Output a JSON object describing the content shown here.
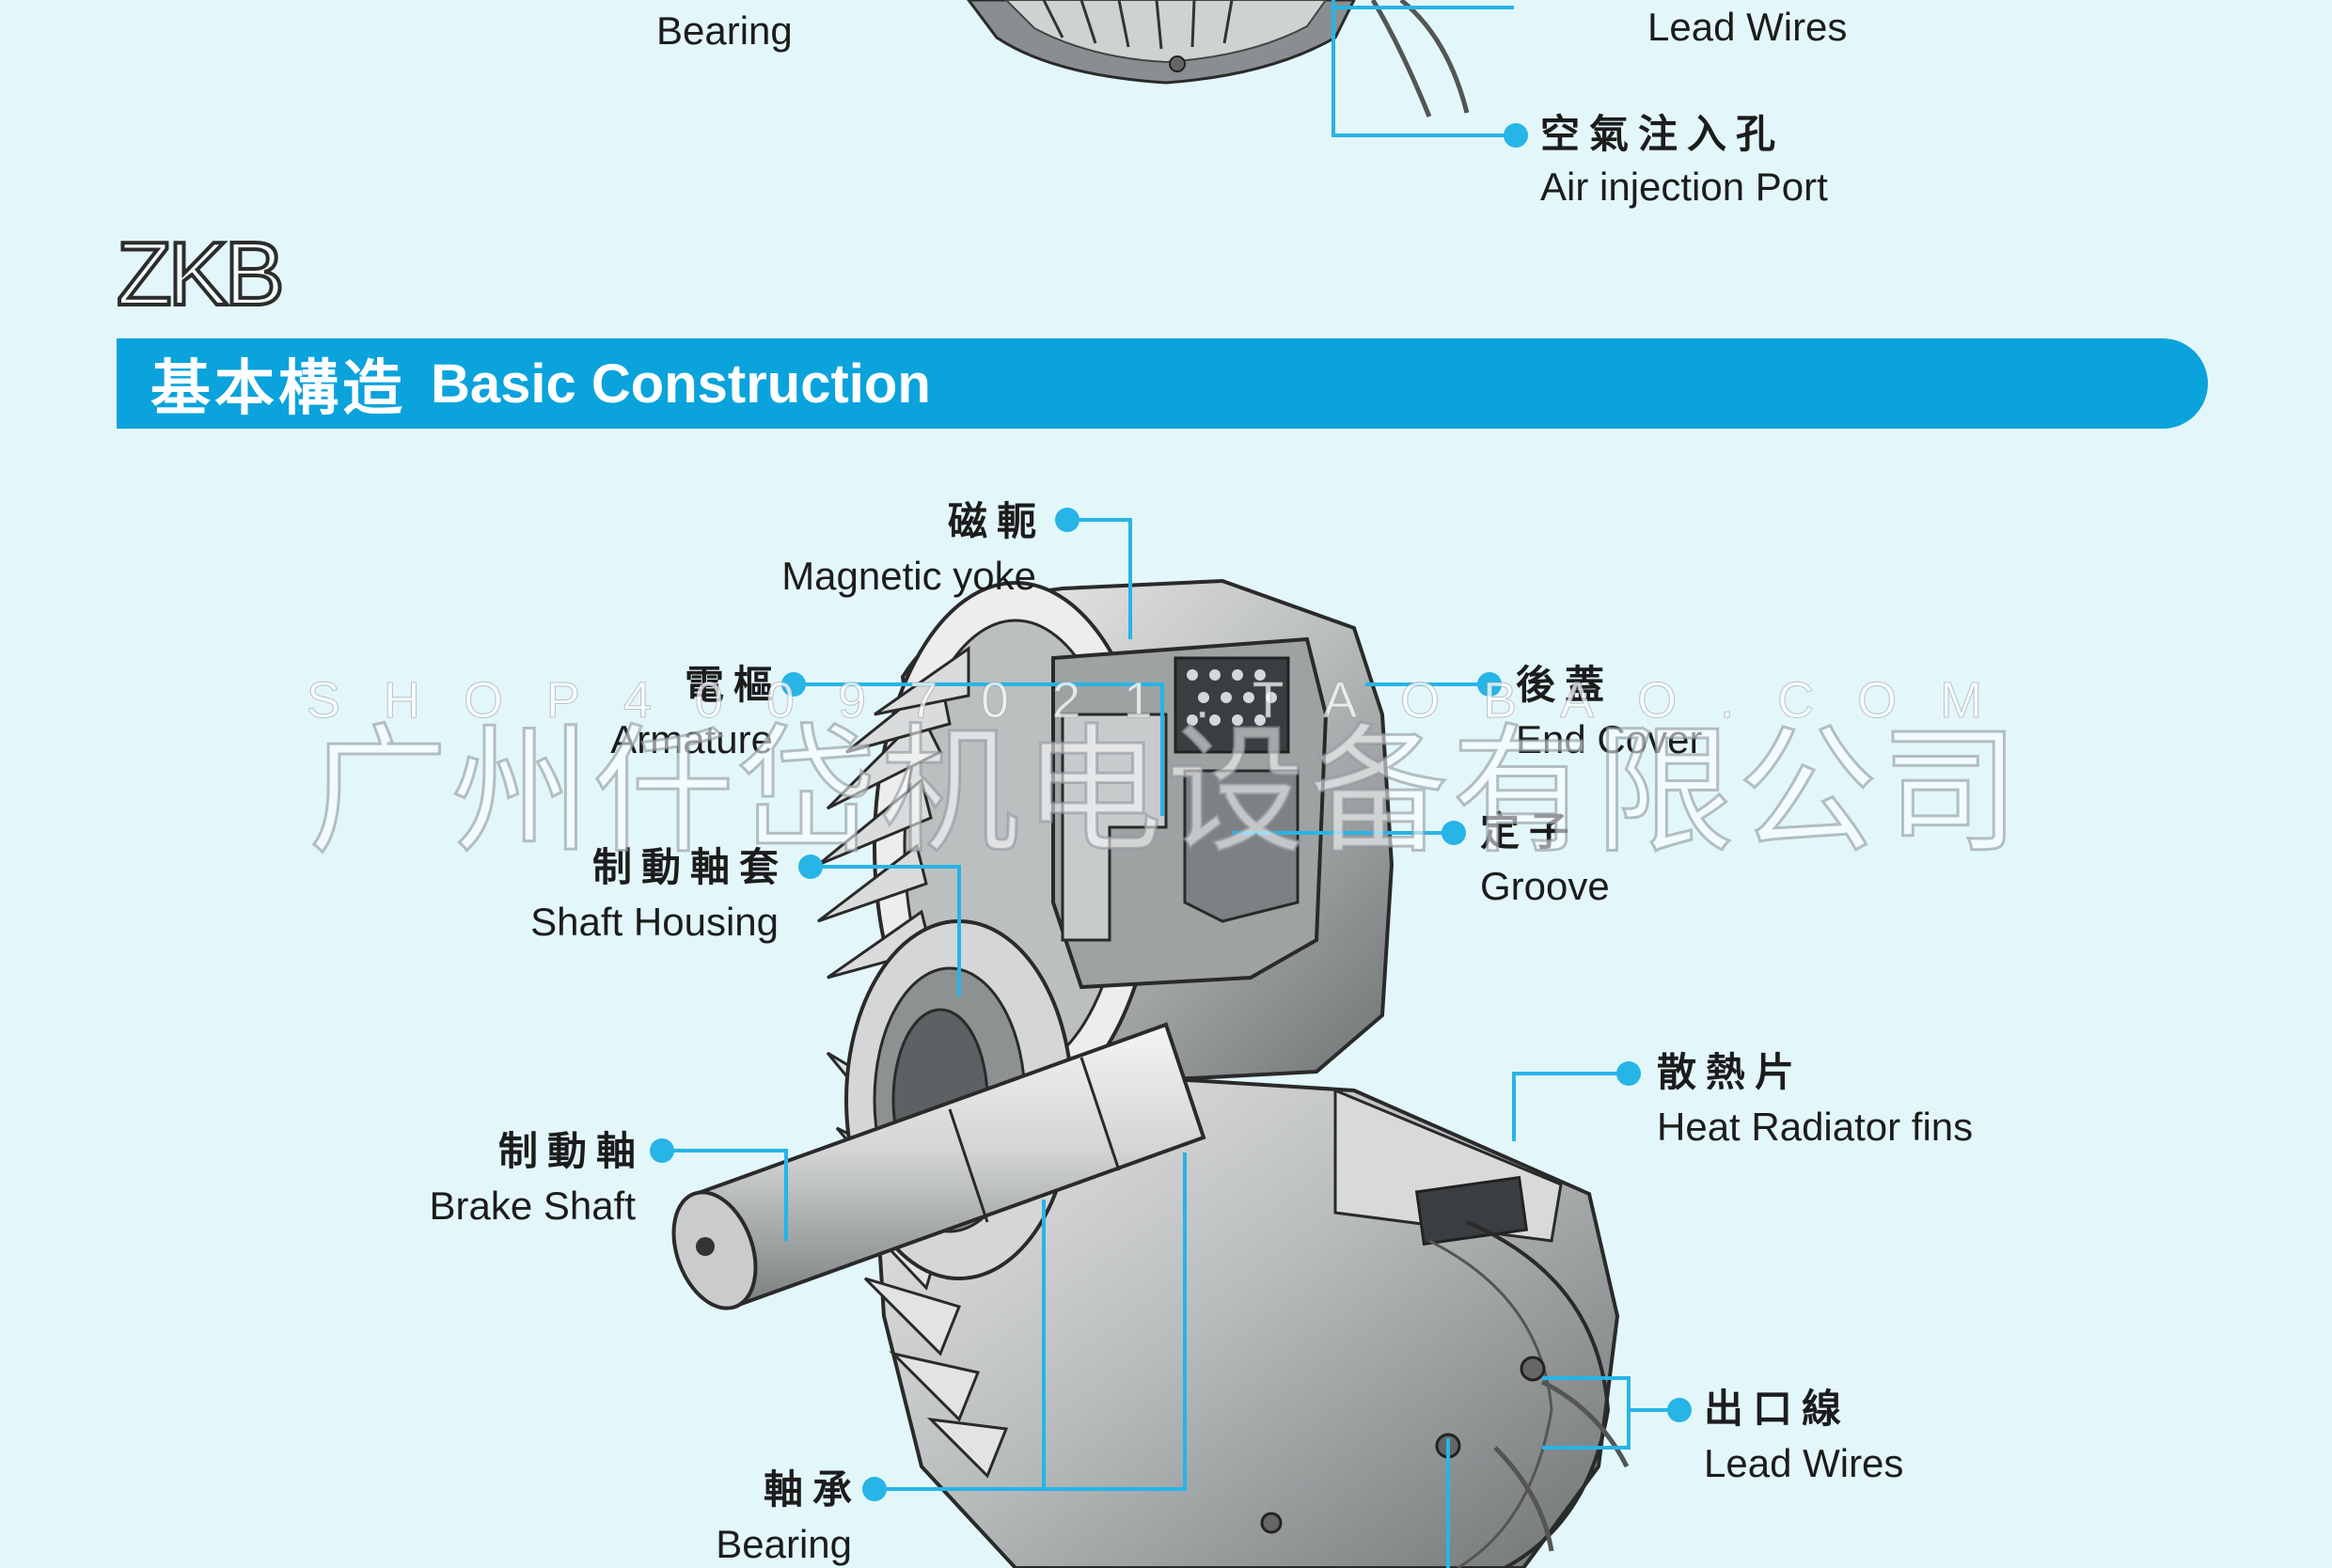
{
  "top_section": {
    "labels": {
      "bearing_en": "Bearing",
      "lead_wires_en": "Lead Wires",
      "air_port_zh": "空氣注入孔",
      "air_port_en": "Air injection Port"
    }
  },
  "model_title": "ZKB",
  "banner": {
    "title_zh": "基本構造",
    "title_en": "Basic Construction",
    "color": "#0aa3dc"
  },
  "labels": {
    "magnetic_yoke": {
      "zh": "磁軛",
      "en": "Magnetic yoke"
    },
    "armature": {
      "zh": "電樞",
      "en": "Armature"
    },
    "end_cover": {
      "zh": "後蓋",
      "en": "End Cover"
    },
    "groove": {
      "zh": "定子",
      "en": "Groove"
    },
    "shaft_housing": {
      "zh": "制動軸套",
      "en": "Shaft Housing"
    },
    "heat_fins": {
      "zh": "散熱片",
      "en": "Heat Radiator fins"
    },
    "brake_shaft": {
      "zh": "制動軸",
      "en": "Brake Shaft"
    },
    "lead_wires": {
      "zh": "出口線",
      "en": "Lead Wires"
    },
    "bearing": {
      "zh": "軸承",
      "en": "Bearing"
    }
  },
  "watermark": {
    "url": "SHOP40097021.TAOBAO.COM",
    "company": "广州仟岱机电设备有限公司"
  },
  "callout_color": "#27b4e6"
}
